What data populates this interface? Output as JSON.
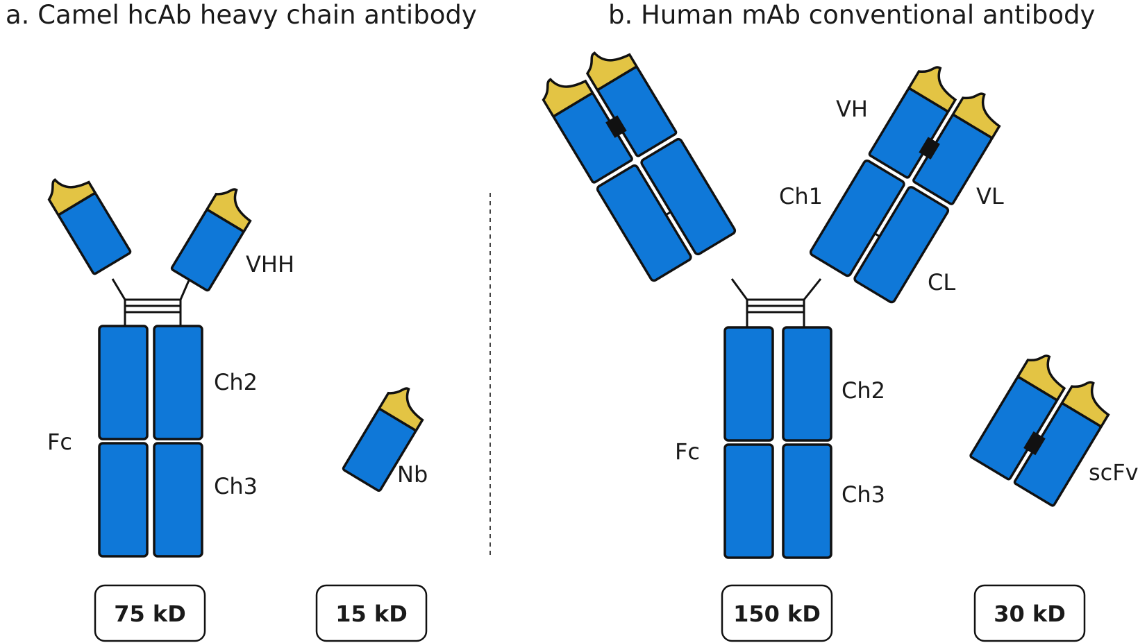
{
  "panel_a": {
    "title": "a. Camel hcAb heavy chain antibody",
    "labels": {
      "vhh": "VHH",
      "ch2": "Ch2",
      "ch3": "Ch3",
      "fc": "Fc",
      "nb": "Nb"
    },
    "weights": {
      "hcab": "75 kD",
      "nb": "15 kD"
    }
  },
  "panel_b": {
    "title": "b. Human mAb conventional antibody",
    "labels": {
      "vh": "VH",
      "ch1": "Ch1",
      "vl": "VL",
      "cl": "CL",
      "ch2": "Ch2",
      "ch3": "Ch3",
      "fc": "Fc",
      "scfv": "scFv"
    },
    "weights": {
      "mab": "150 kD",
      "scfv": "30 kD"
    }
  },
  "colors": {
    "domain": "#0f78d8",
    "binding_tip": "#e3c444",
    "outline": "#111111"
  }
}
